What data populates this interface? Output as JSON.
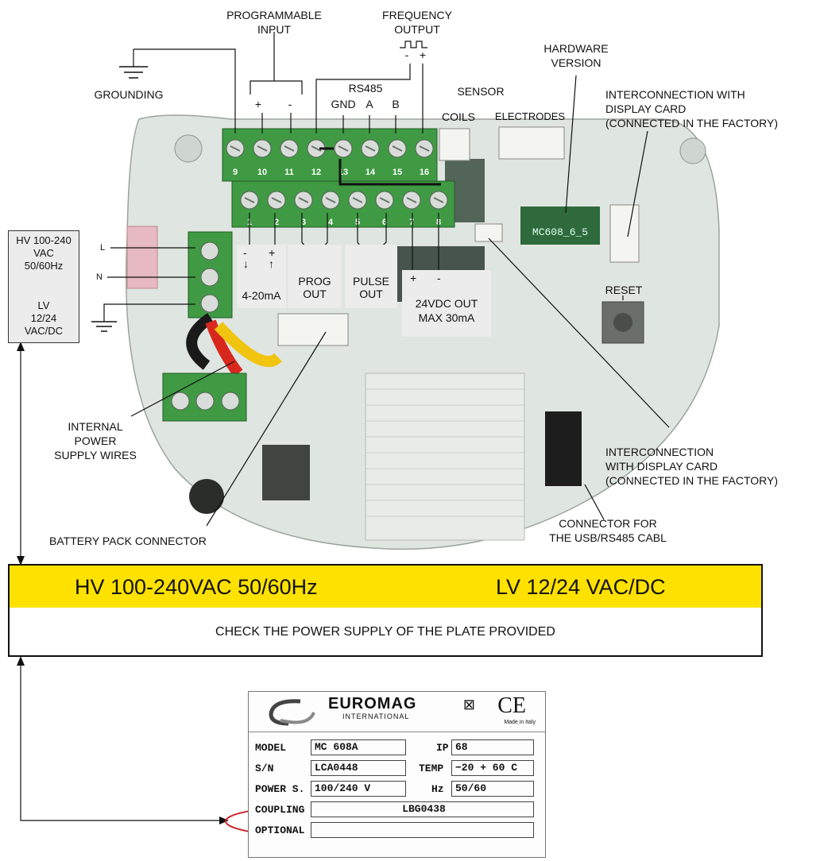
{
  "labels": {
    "programmable_input": [
      "PROGRAMMABLE",
      "INPUT"
    ],
    "frequency_output": [
      "FREQUENCY",
      "OUTPUT"
    ],
    "hardware_version": [
      "HARDWARE",
      "VERSION"
    ],
    "grounding": "GROUNDING",
    "rs485": "RS485",
    "gnd": "GND",
    "a": "A",
    "b": "B",
    "sensor": "SENSOR",
    "coils": "COILS",
    "electrodes": "ELECTRODES",
    "interconnection_top": [
      "INTERCONNECTION WITH",
      "DISPLAY CARD",
      "(CONNECTED IN THE FACTORY)"
    ],
    "interconnection_bottom": [
      "INTERCONNECTION",
      "WITH DISPLAY CARD",
      "(CONNECTED IN THE FACTORY)"
    ],
    "reset": "RESET",
    "internal_power": [
      "INTERNAL",
      "POWER",
      "SUPPLY WIRES"
    ],
    "battery_pack": "BATTERY PACK CONNECTOR",
    "usb_connector": [
      "CONNECTOR FOR",
      "THE USB/RS485 CABL"
    ],
    "plus": "+",
    "minus": "-",
    "l": "L",
    "n": "N",
    "ma": "4-20mA",
    "prog_out": [
      "PROG",
      "OUT"
    ],
    "pulse_out": [
      "PULSE",
      "OUT"
    ],
    "vdc_out": [
      "24VDC OUT",
      "MAX 30mA"
    ],
    "hw_chip": "MC608_6_5",
    "hv_box": {
      "top": [
        "HV 100-240",
        "VAC",
        "50/60Hz"
      ],
      "bottom": [
        "LV",
        "12/24",
        "VAC/DC"
      ]
    }
  },
  "terminals_top": [
    "9",
    "10",
    "11",
    "12",
    "13",
    "14",
    "15",
    "16"
  ],
  "terminals_bottom": [
    "1",
    "2",
    "3",
    "4",
    "5",
    "6",
    "7",
    "8"
  ],
  "banner": {
    "hv": "HV 100-240VAC 50/60Hz",
    "lv": "LV 12/24 VAC/DC",
    "check": "CHECK THE POWER SUPPLY OF THE PLATE PROVIDED"
  },
  "plate": {
    "brand": "EUROMAG",
    "sub": "INTERNATIONAL",
    "made": "Made in Italy",
    "ce": "CE",
    "model_label": "MODEL",
    "model_value": "MC 608A",
    "ip_label": "IP",
    "ip_value": "68",
    "sn_label": "S/N",
    "sn_value": "LCA0448",
    "temp_label": "TEMP",
    "temp_value": "−20 + 60 C",
    "power_label": "POWER S.",
    "power_value": "100/240 V",
    "hz_label": "Hz",
    "hz_value": "50/60",
    "coupling_label": "COUPLING",
    "coupling_value": "LBG0438",
    "optional_label": "OPTIONAL",
    "optional_value": ""
  },
  "colors": {
    "banner": "#ffe100",
    "board": "#dde3de",
    "terminal": "#3f9a43",
    "highlight": "#d0262b"
  }
}
